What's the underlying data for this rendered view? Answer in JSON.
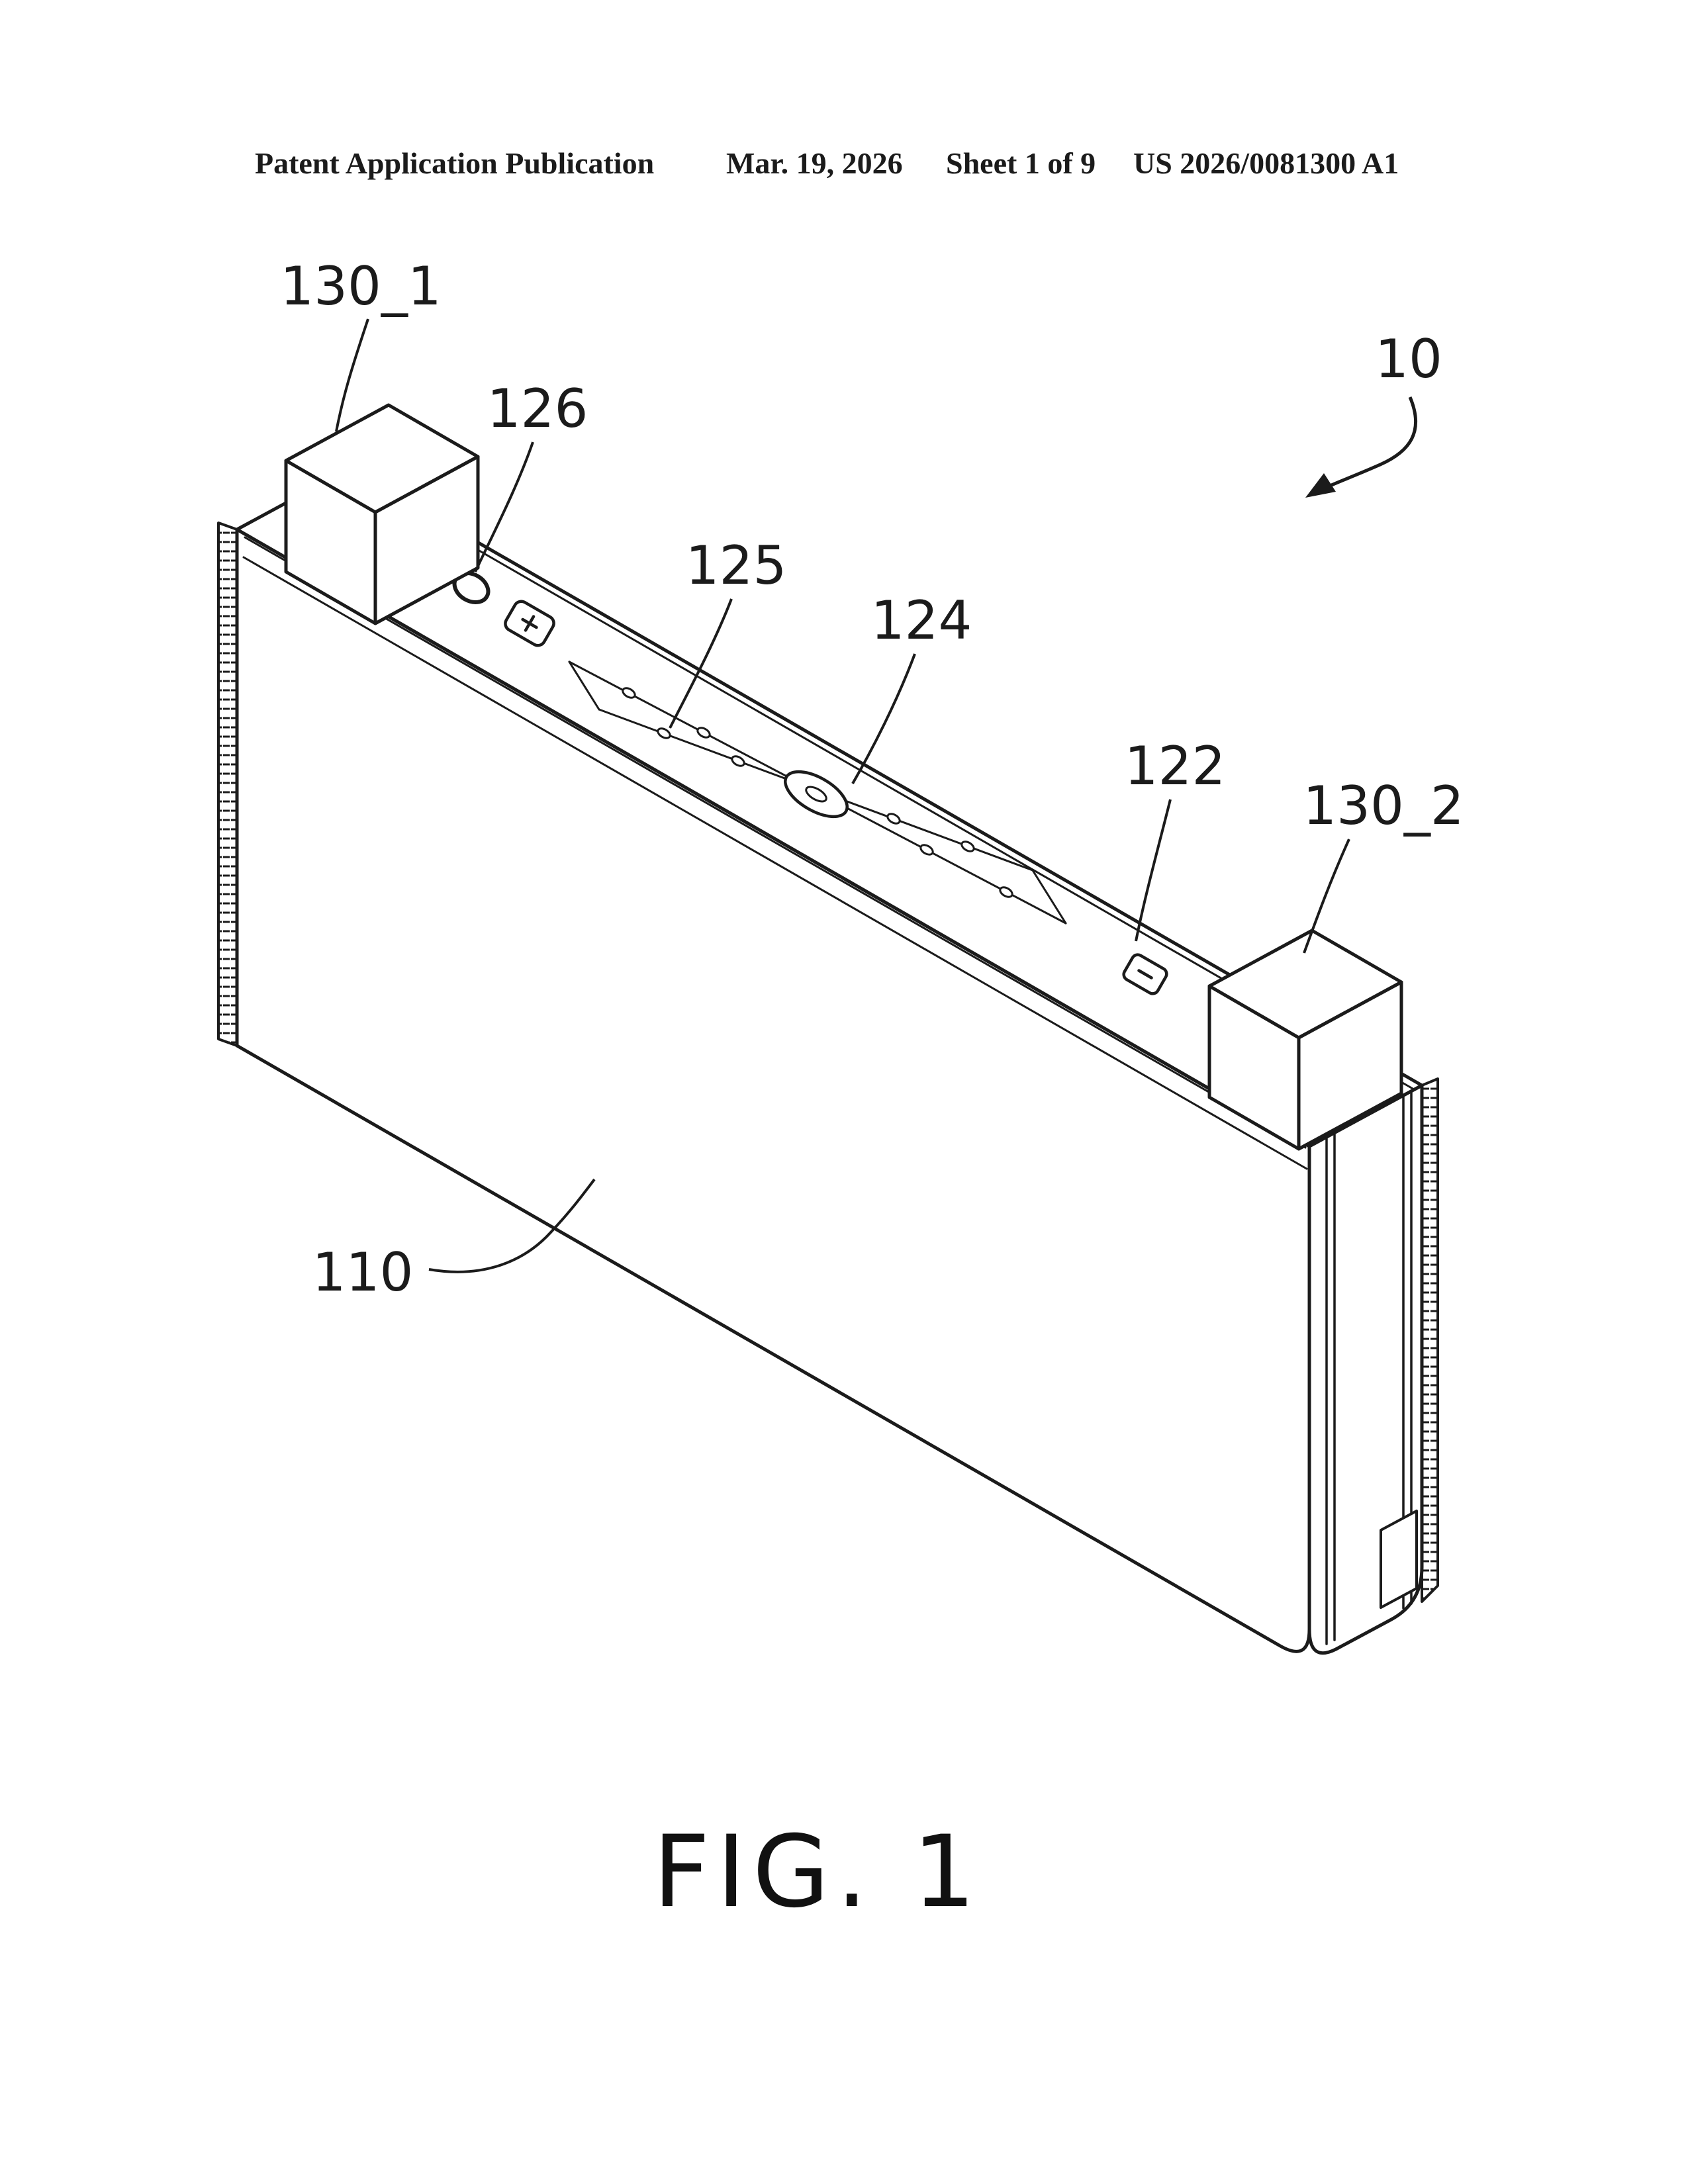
{
  "header": {
    "publication": "Patent Application Publication",
    "date": "Mar. 19, 2026",
    "sheet": "Sheet 1 of 9",
    "number": "US 2026/0081300 A1"
  },
  "figure": {
    "caption": "FIG. 1",
    "labels": {
      "ref_130_1": "130_1",
      "ref_126": "126",
      "ref_125": "125",
      "ref_124": "124",
      "ref_122": "122",
      "ref_130_2": "130_2",
      "ref_110": "110",
      "ref_10": "10"
    }
  },
  "colors": {
    "ink": "#1b1b1b",
    "paper": "#ffffff"
  }
}
